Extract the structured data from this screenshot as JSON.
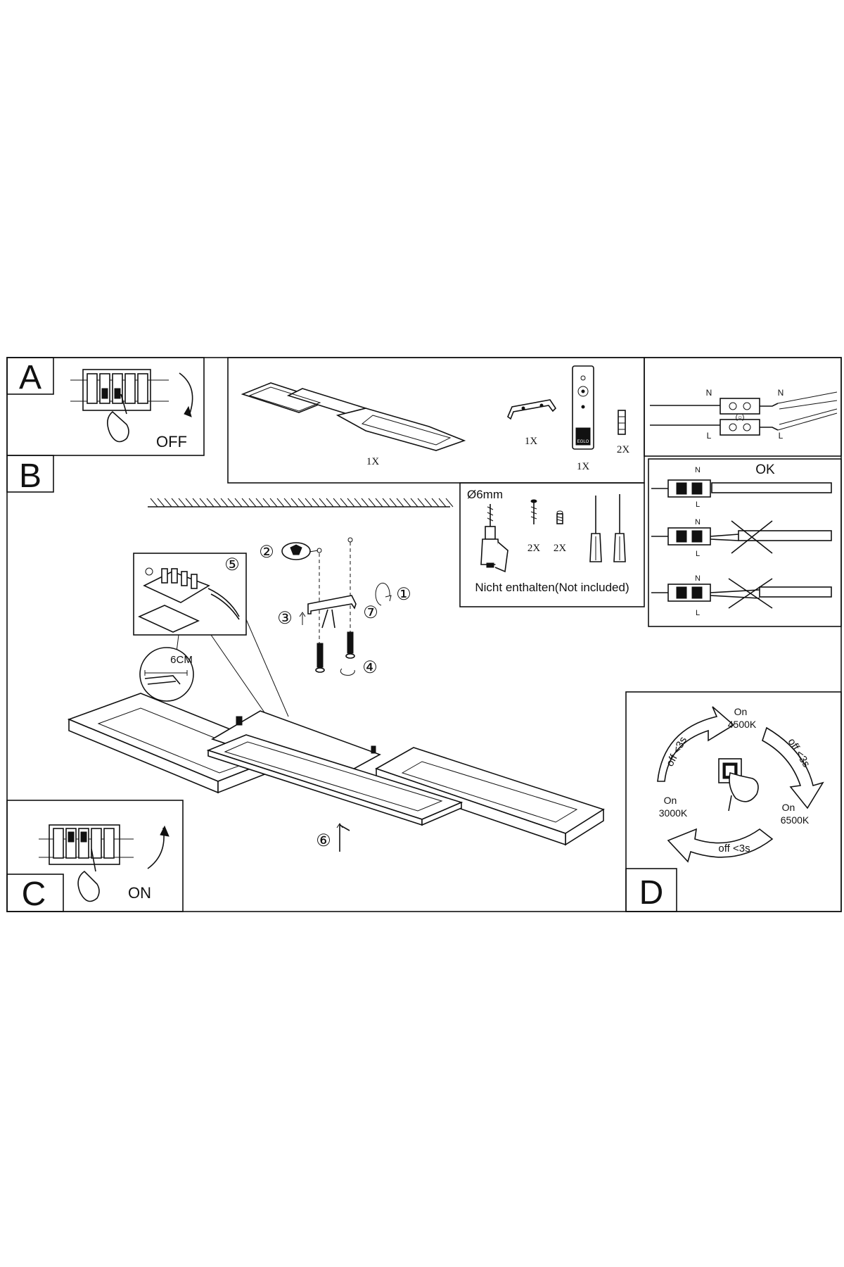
{
  "panels": {
    "a": {
      "letter": "A",
      "switch_label": "OFF"
    },
    "b": {
      "letter": "B"
    },
    "c": {
      "letter": "C",
      "switch_label": "ON"
    },
    "d": {
      "letter": "D"
    }
  },
  "contents": {
    "lamp_qty": "1X",
    "bracket_qty": "1X",
    "remote_qty": "1X",
    "remote_brand": "EGLO",
    "plug_qty": "2X"
  },
  "tools": {
    "drill_size": "Ø6mm",
    "screw_qty": "2X",
    "small_screw_qty": "2X",
    "note": "Nicht enthalten(Not included)"
  },
  "steps": [
    "①",
    "②",
    "③",
    "④",
    "⑤",
    "⑥",
    "⑦"
  ],
  "strip_length": "6CM",
  "wiring": {
    "neutral": "N",
    "live": "L",
    "ok_label": "OK",
    "terminal_circle": "(○)"
  },
  "color_cycle": {
    "states": [
      {
        "label": "On",
        "temp": "3000K"
      },
      {
        "label": "On",
        "temp": "4500K"
      },
      {
        "label": "On",
        "temp": "6500K"
      }
    ],
    "switch_hint": "off <3s"
  }
}
